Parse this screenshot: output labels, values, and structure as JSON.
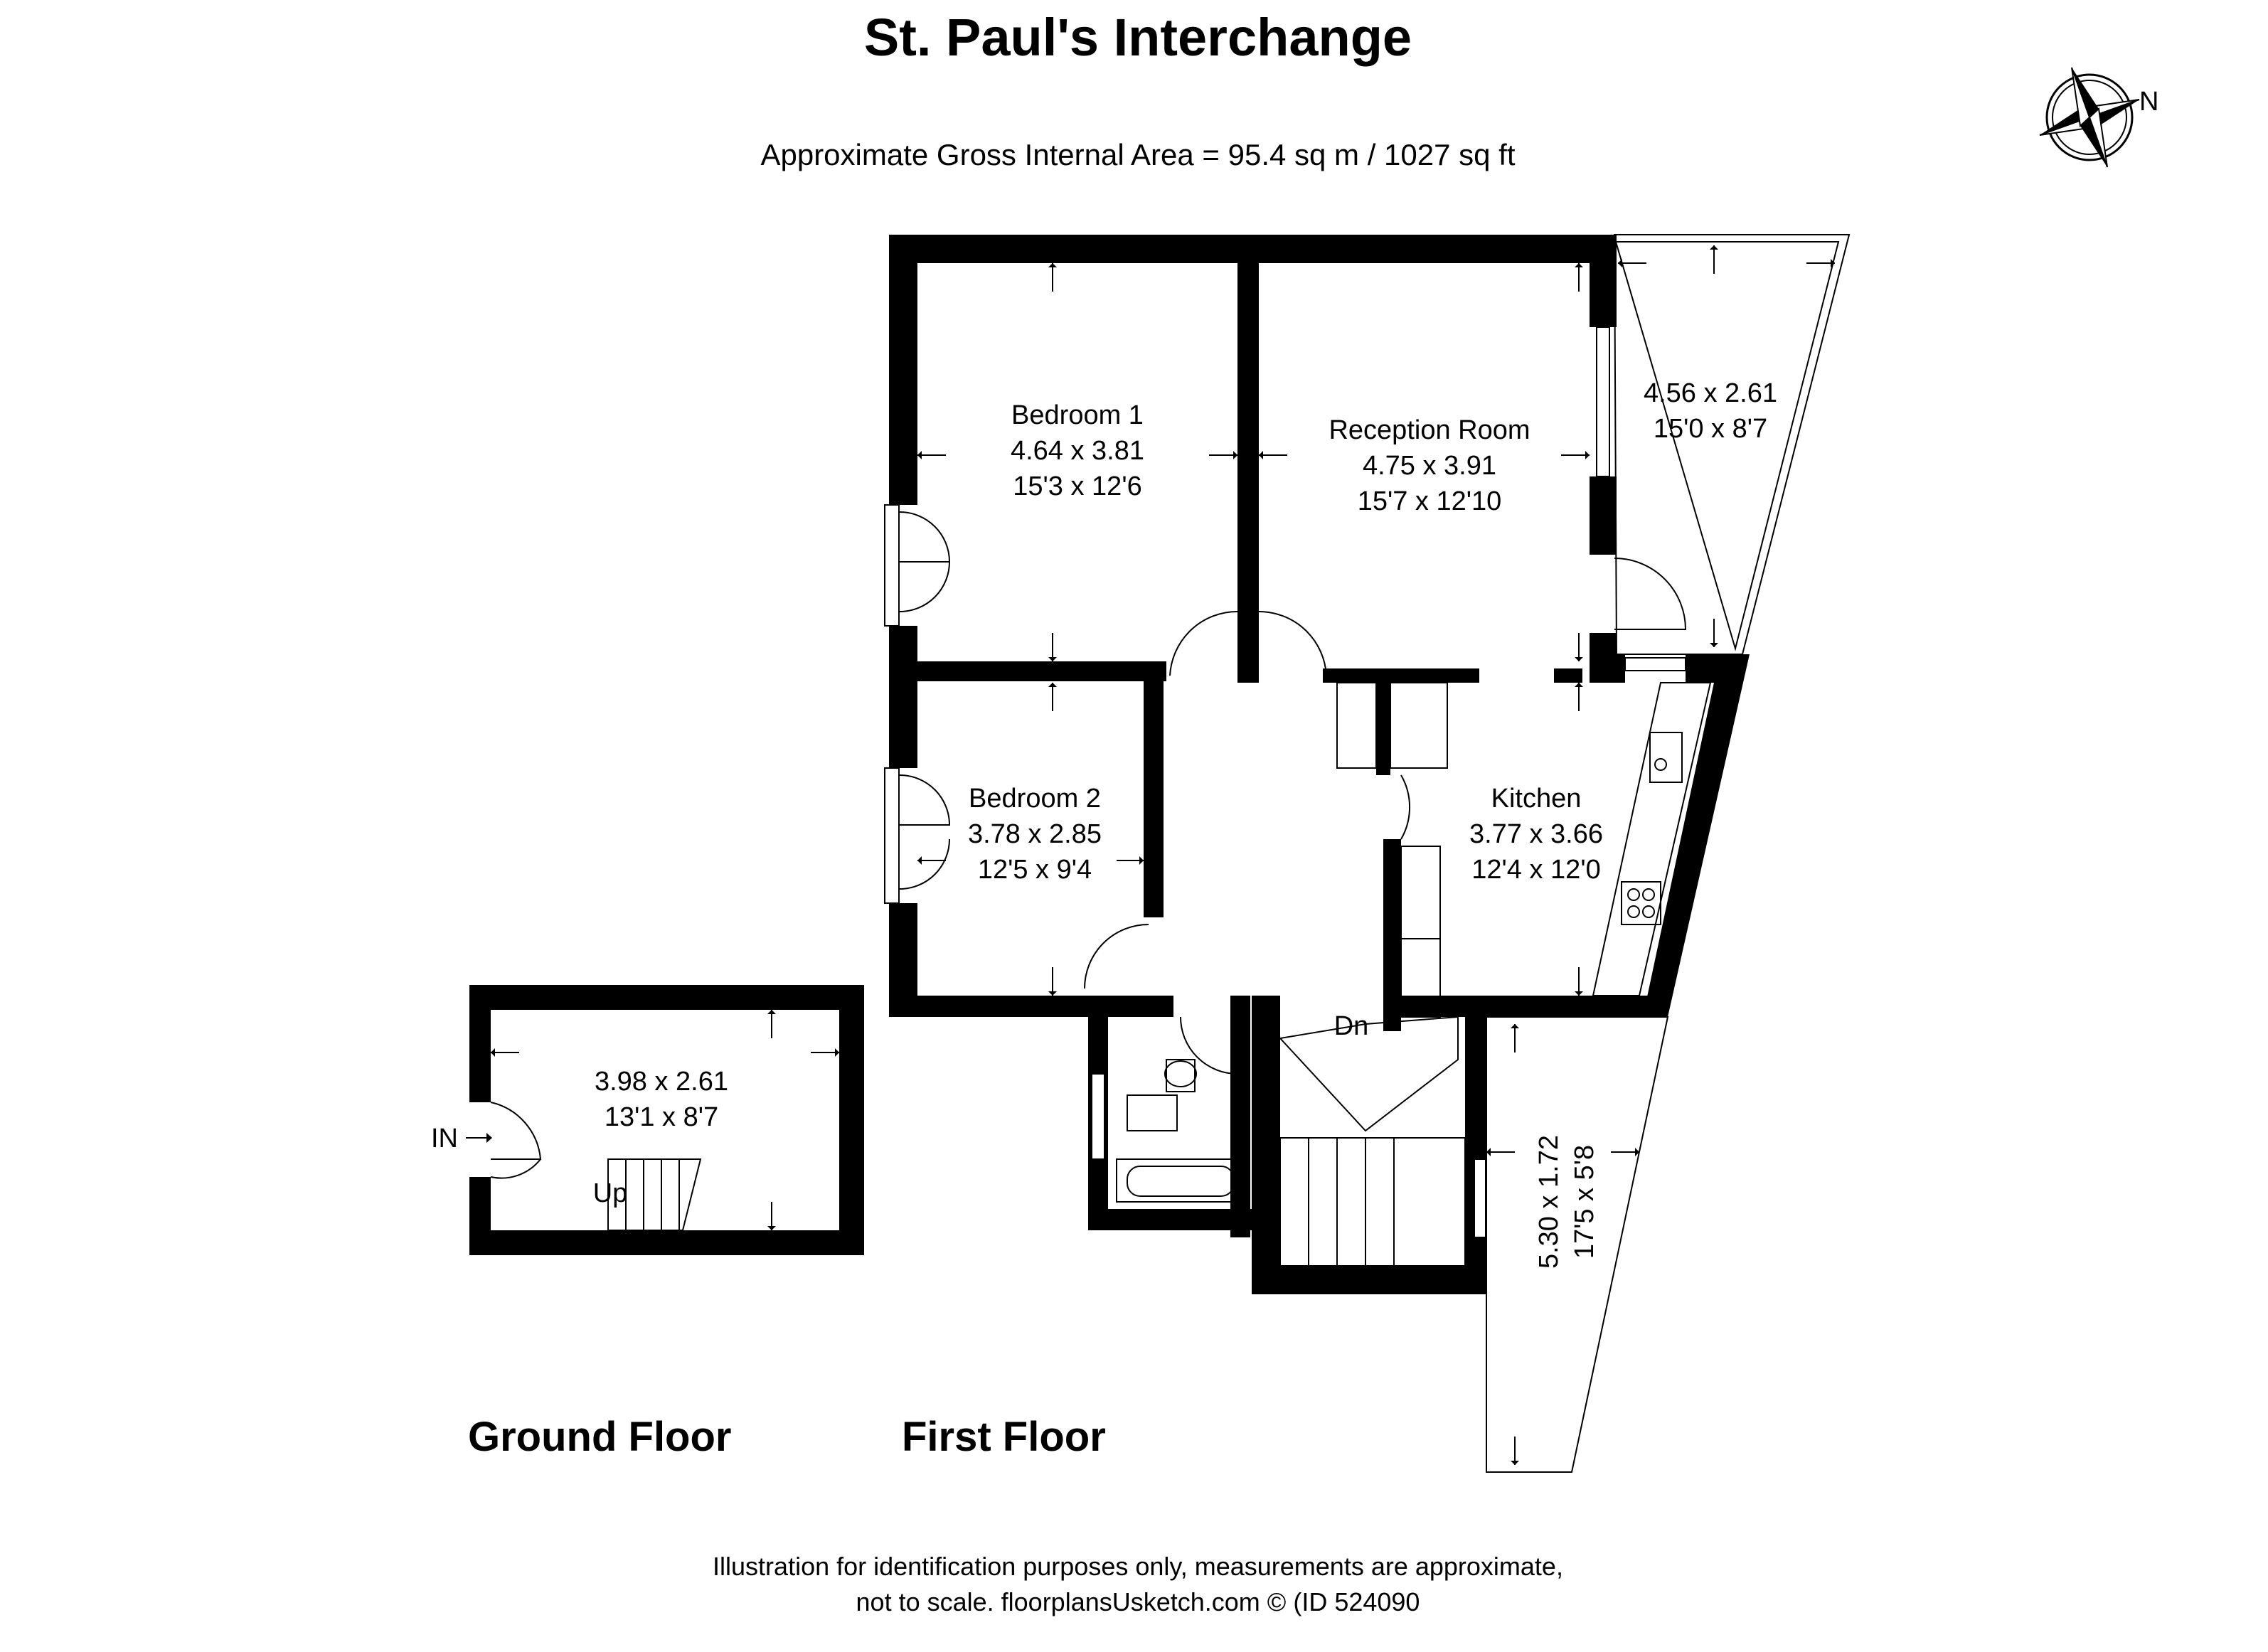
{
  "header": {
    "title": "St. Paul's Interchange",
    "area": "Approximate Gross Internal Area = 95.4 sq m / 1027 sq ft"
  },
  "compass": {
    "label": "N",
    "icon": "compass-rose-icon"
  },
  "rooms": {
    "bedroom1": {
      "name": "Bedroom 1",
      "metric": "4.64 x 3.81",
      "imperial": "15'3 x 12'6"
    },
    "reception": {
      "name": "Reception Room",
      "metric": "4.75 x 3.91",
      "imperial": "15'7 x 12'10"
    },
    "balcony_top": {
      "metric": "4.56 x 2.61",
      "imperial": "15'0 x 8'7"
    },
    "bedroom2": {
      "name": "Bedroom 2",
      "metric": "3.78 x 2.85",
      "imperial": "12'5 x 9'4"
    },
    "kitchen": {
      "name": "Kitchen",
      "metric": "3.77 x 3.66",
      "imperial": "12'4 x 12'0"
    },
    "balcony_side": {
      "metric": "5.30 x 1.72",
      "imperial": "17'5 x 5'8"
    },
    "ground_room": {
      "metric": "3.98 x 2.61",
      "imperial": "13'1 x 8'7"
    }
  },
  "labels": {
    "entrance": "IN",
    "stairs_up": "Up",
    "stairs_down": "Dn"
  },
  "floors": {
    "ground": "Ground Floor",
    "first": "First Floor"
  },
  "footer": {
    "line1": "Illustration for identification purposes only, measurements are approximate,",
    "line2": "not to scale. floorplansUsketch.com © (ID 524090"
  }
}
